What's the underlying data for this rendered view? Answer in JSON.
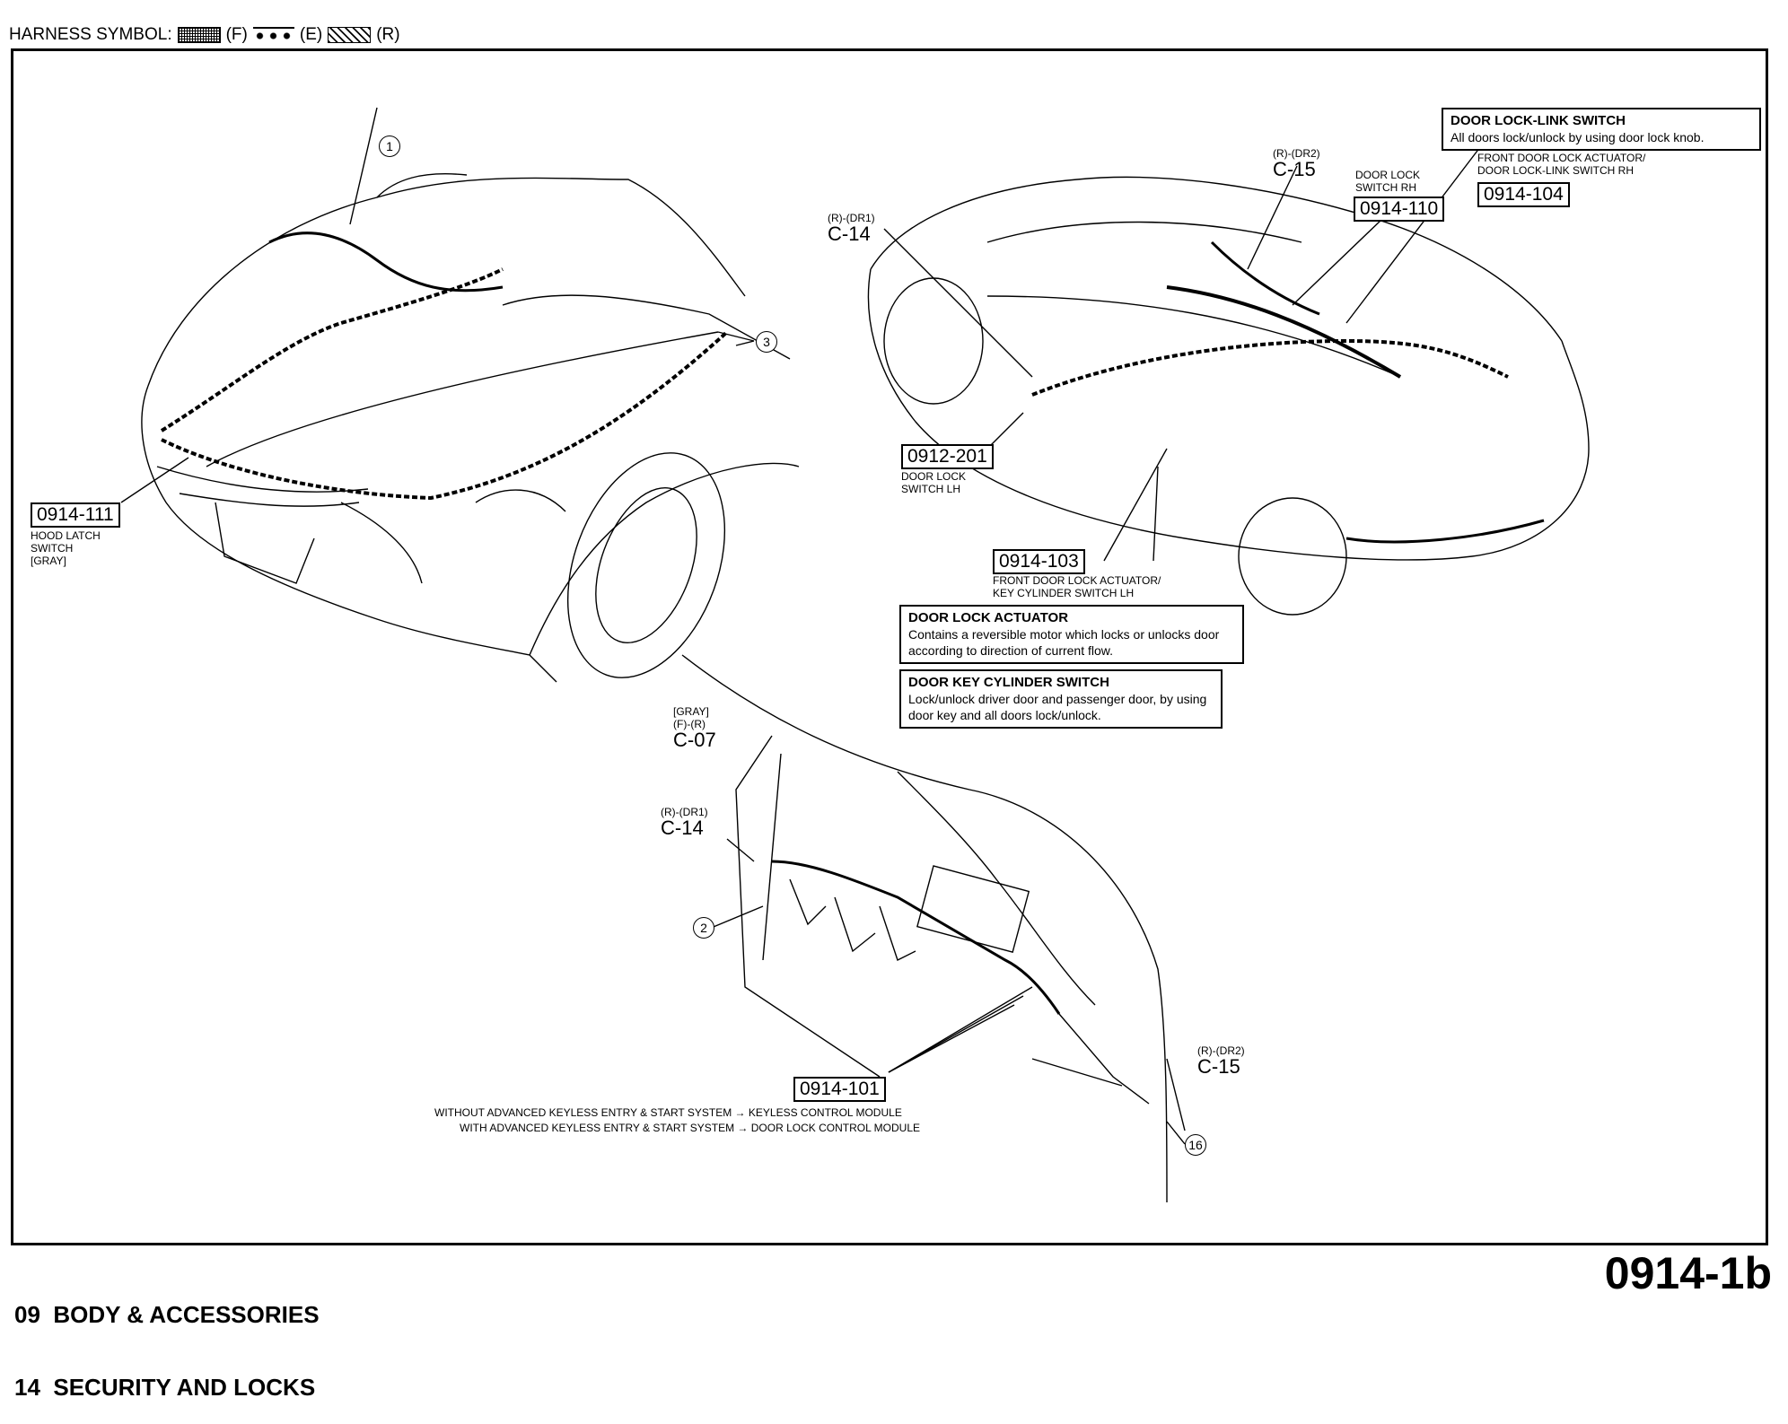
{
  "legend": {
    "label": "HARNESS SYMBOL:",
    "items": [
      {
        "code": "(F)",
        "icon": "dotted-grid-swatch"
      },
      {
        "code": "(E)",
        "icon": "diamond-chain-swatch"
      },
      {
        "code": "(R)",
        "icon": "diagonal-hatch-swatch"
      }
    ]
  },
  "engine_bay": {
    "callout_1": "1",
    "callout_3": "3",
    "hood_latch": {
      "code": "0914-111",
      "label_1": "HOOD LATCH",
      "label_2": "SWITCH",
      "label_3": "[GRAY]"
    }
  },
  "body": {
    "c14": {
      "spec": "(R)-(DR1)",
      "name": "C-14"
    },
    "c15": {
      "spec": "(R)-(DR2)",
      "name": "C-15"
    },
    "door_lock_switch_rh": {
      "label_1": "DOOR LOCK",
      "label_2": "SWITCH RH",
      "code": "0914-110"
    },
    "front_actuator_rh": {
      "label_1": "FRONT DOOR LOCK ACTUATOR/",
      "label_2": "DOOR LOCK-LINK SWITCH RH",
      "code": "0914-104"
    },
    "link_switch_box": {
      "title": "DOOR LOCK-LINK SWITCH",
      "text": "All doors lock/unlock by using door lock knob."
    },
    "door_lock_switch_lh": {
      "code": "0912-201",
      "label_1": "DOOR LOCK",
      "label_2": "SWITCH LH"
    },
    "front_actuator_lh": {
      "code": "0914-103",
      "label_1": "FRONT DOOR LOCK ACTUATOR/",
      "label_2": "KEY CYLINDER SWITCH LH"
    },
    "actuator_box": {
      "title": "DOOR LOCK ACTUATOR",
      "text": "Contains a reversible motor which locks or unlocks door according to direction of current flow."
    },
    "key_cylinder_box": {
      "title": "DOOR KEY CYLINDER SWITCH",
      "text": "Lock/unlock driver door and passenger door, by using door key and all doors lock/unlock."
    }
  },
  "dash": {
    "c07": {
      "color": "[GRAY]",
      "spec": "(F)-(R)",
      "name": "C-07"
    },
    "c14": {
      "spec": "(R)-(DR1)",
      "name": "C-14"
    },
    "c15": {
      "spec": "(R)-(DR2)",
      "name": "C-15"
    },
    "callout_2": "2",
    "callout_16": "16",
    "module": {
      "code": "0914-101",
      "line_1_condition": "WITHOUT ADVANCED KEYLESS ENTRY & START SYSTEM",
      "line_1_module": "KEYLESS CONTROL MODULE",
      "line_2_condition": "WITH ADVANCED KEYLESS ENTRY & START SYSTEM",
      "line_2_module": "DOOR LOCK CONTROL MODULE",
      "arrow": "→"
    }
  },
  "footer": {
    "line_1": "09  BODY & ACCESSORIES",
    "line_2": "14  SECURITY AND LOCKS",
    "page_code": "0914-1b"
  }
}
